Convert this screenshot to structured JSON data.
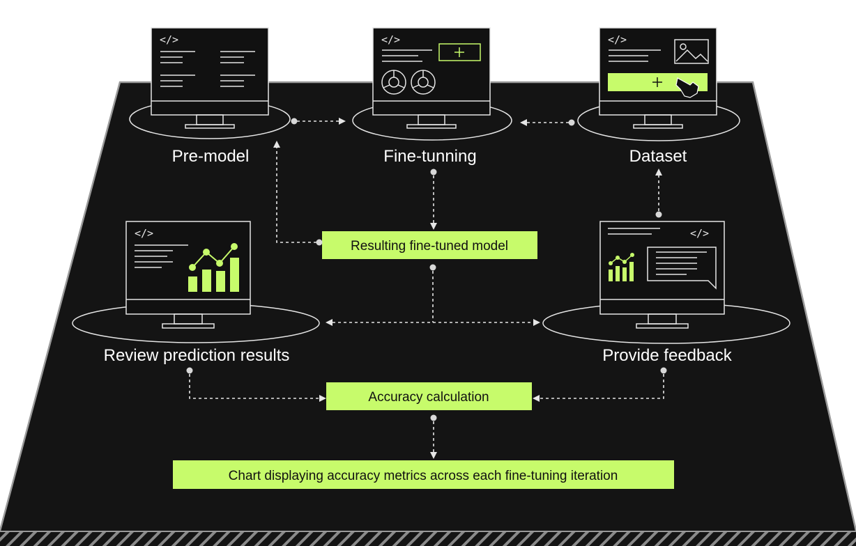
{
  "colors": {
    "platform": "#141414",
    "accent": "#c7fb6b",
    "line": "#e6e6e6"
  },
  "nodes": {
    "pre_model": "Pre-model",
    "fine_tunning": "Fine-tunning",
    "dataset": "Dataset",
    "review": "Review prediction results",
    "feedback": "Provide feedback"
  },
  "boxes": {
    "resulting": "Resulting fine-tuned model",
    "accuracy": "Accuracy calculation",
    "chart": "Chart displaying accuracy metrics across each fine-tuning iteration"
  },
  "code_tag": "</>",
  "plus": "+"
}
